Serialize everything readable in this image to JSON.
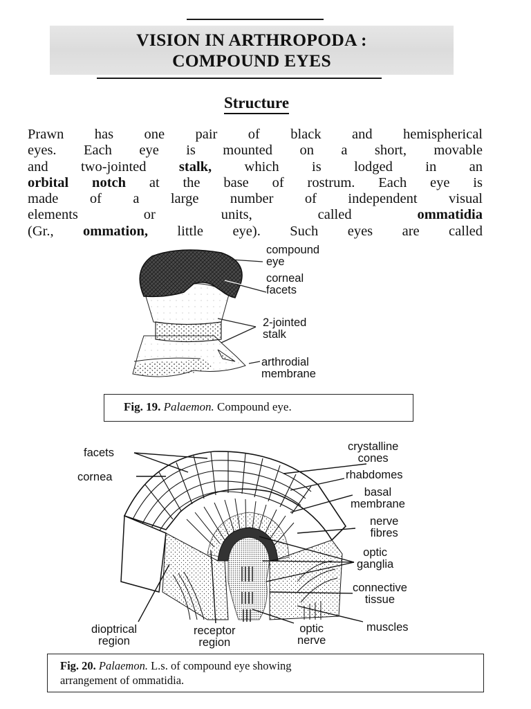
{
  "page": {
    "title_line1": "VISION IN ARTHROPODA :",
    "title_line2": "COMPOUND EYES",
    "section_heading": "Structure",
    "paragraph_lines": [
      [
        {
          "t": "Prawn has one pair of black and hemispherical",
          "b": false
        }
      ],
      [
        {
          "t": "eyes. Each eye is mounted on a short, movable",
          "b": false
        }
      ],
      [
        {
          "t": "and two-jointed ",
          "b": false
        },
        {
          "t": "stalk,",
          "b": true
        },
        {
          "t": " which is lodged in an",
          "b": false
        }
      ],
      [
        {
          "t": "orbital notch",
          "b": true
        },
        {
          "t": " at the base of rostrum. Each eye is",
          "b": false
        }
      ],
      [
        {
          "t": "made of a large number of independent visual",
          "b": false
        }
      ],
      [
        {
          "t": "elements or units, called ",
          "b": false
        },
        {
          "t": "ommatidia",
          "b": true
        }
      ],
      [
        {
          "t": "(Gr., ",
          "b": false
        },
        {
          "t": "ommation,",
          "b": true
        },
        {
          "t": " little eye). Such eyes are called",
          "b": false
        }
      ]
    ]
  },
  "figure19": {
    "labels": {
      "compound_eye_1": "compound",
      "compound_eye_2": "eye",
      "corneal_facets_1": "corneal",
      "corneal_facets_2": "facets",
      "stalk_1": "2-jointed",
      "stalk_2": "stalk",
      "arthrodial_1": "arthrodial",
      "arthrodial_2": "membrane"
    },
    "caption": {
      "fig_no": "Fig. 19.",
      "genus": "Palaemon.",
      "text": "Compound eye."
    }
  },
  "figure20": {
    "labels": {
      "facets": "facets",
      "cornea": "cornea",
      "crystalline_1": "crystalline",
      "crystalline_2": "cones",
      "rhabdomes": "rhabdomes",
      "basal_1": "basal",
      "basal_2": "membrane",
      "nerve_fibres_1": "nerve",
      "nerve_fibres_2": "fibres",
      "optic_ganglia_1": "optic",
      "optic_ganglia_2": "ganglia",
      "connective_1": "connective",
      "connective_2": "tissue",
      "muscles": "muscles",
      "dioptrical_1": "dioptrical",
      "dioptrical_2": "region",
      "receptor_1": "receptor",
      "receptor_2": "region",
      "optic_nerve_1": "optic",
      "optic_nerve_2": "nerve"
    },
    "caption": {
      "fig_no": "Fig. 20.",
      "genus": "Palaemon.",
      "text_line1": "L.s. of compound eye showing",
      "text_line2": "arrangement of ommatidia."
    }
  }
}
